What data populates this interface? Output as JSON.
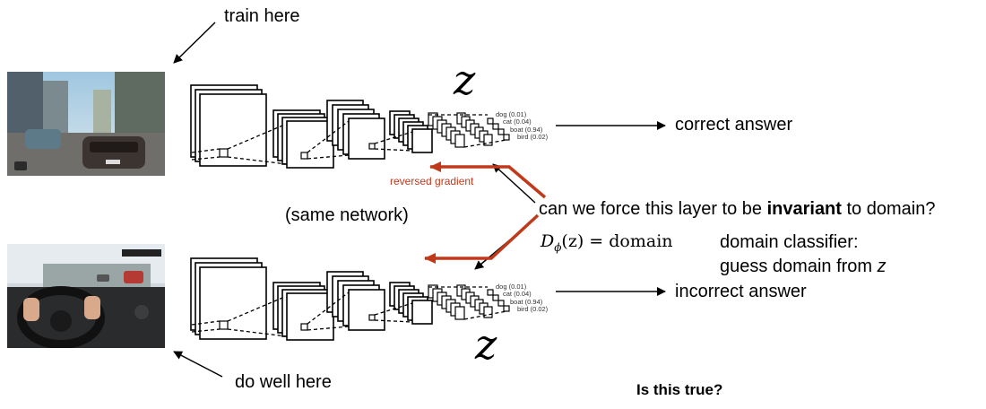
{
  "labels": {
    "train_here": "train here",
    "do_well_here": "do well here",
    "correct_answer": "correct answer",
    "incorrect_answer": "incorrect answer",
    "same_network": "(same network)",
    "reversed_gradient": "reversed gradient",
    "question_prefix": "can we force this layer to be ",
    "question_bold": "invariant",
    "question_suffix": " to domain?",
    "formula_left": "D",
    "formula_sub": "ϕ",
    "formula_mid": "(z) = domain",
    "classifier_line1": "domain classifier:",
    "classifier_line2_prefix": "guess domain from ",
    "classifier_line2_var": "z",
    "z_top": "z",
    "z_bottom": "z",
    "footer_question": "Is this true?"
  },
  "outputs": {
    "top": [
      "dog (0.01)",
      "cat (0.04)",
      "boat (0.94)",
      "bird (0.02)"
    ],
    "bottom": [
      "dog (0.01)",
      "cat (0.04)",
      "boat (0.94)",
      "bird (0.02)"
    ]
  },
  "colors": {
    "arrow_red": "#c0391b",
    "line_black": "#000000"
  }
}
